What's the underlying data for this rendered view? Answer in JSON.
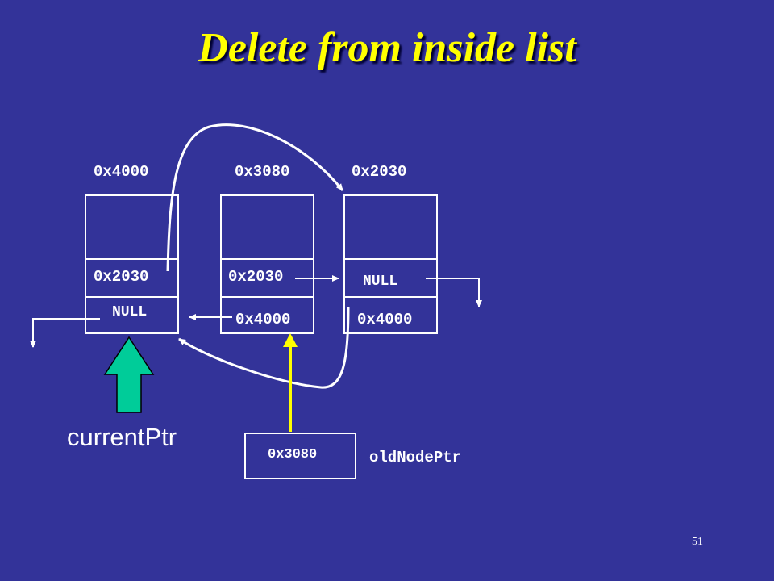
{
  "slide": {
    "title": "Delete from inside list",
    "page_number": "51"
  },
  "nodes": [
    {
      "address": "0x4000",
      "data": "",
      "next": "0x2030",
      "prev": "NULL"
    },
    {
      "address": "0x3080",
      "data": "",
      "next": "0x2030",
      "prev": "0x4000"
    },
    {
      "address": "0x2030",
      "data": "",
      "next": "NULL",
      "prev": "0x4000"
    }
  ],
  "old_node_ptr": {
    "value": "0x3080",
    "label": "oldNodePtr"
  },
  "current_ptr": {
    "label": "currentPtr"
  },
  "colors": {
    "background": "#333399",
    "title": "#ffff00",
    "pointer_highlight": "#ffff00",
    "current_arrow_fill": "#00cc99",
    "current_arrow_stroke": "#000000",
    "lines": "#ffffff"
  }
}
